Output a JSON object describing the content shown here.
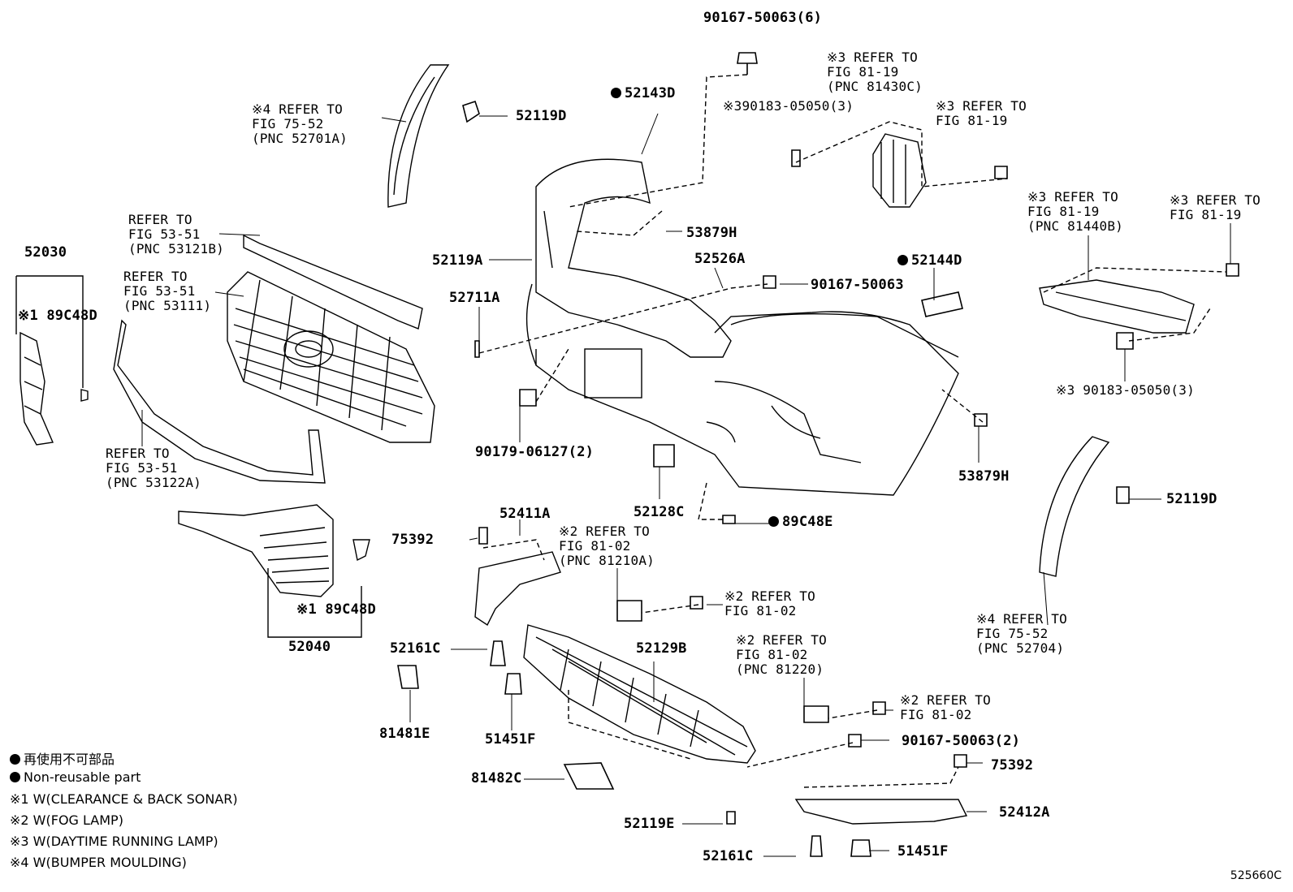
{
  "diagram_id": "525660C",
  "callouts": {
    "p90167_top": "90167-50063(6)",
    "ref_8143": "※3 REFER TO\nFIG 81-19\n(PNC 81430C)",
    "ref_top_left_moulding": "※4 REFER TO\nFIG 75-52\n(PNC 52701A)",
    "p52119D_top": "52119D",
    "p52143D": "52143D",
    "p90183_top": "※390183-05050(3)",
    "ref_81_19_a": "※3 REFER TO\nFIG 81-19",
    "ref_53121B": "REFER TO\nFIG 53-51\n(PNC 53121B)",
    "ref_53111": "REFER TO\nFIG 53-51\n(PNC 53111)",
    "p52030": "52030",
    "p89C48D_a": "※1 89C48D",
    "p52119A": "52119A",
    "p53879H_a": "53879H",
    "p52526A": "52526A",
    "p52144D": "52144D",
    "p90167_mid": "90167-50063",
    "p52711A": "52711A",
    "ref_81440B": "※3 REFER TO\nFIG 81-19\n(PNC 81440B)",
    "ref_81_19_b": "※3 REFER TO\nFIG 81-19",
    "p90183_right": "※3 90183-05050(3)",
    "ref_53122A": "REFER TO\nFIG 53-51\n(PNC 53122A)",
    "p90179": "90179-06127(2)",
    "p53879H_b": "53879H",
    "p52128C": "52128C",
    "p89C48E": "89C48E",
    "p52119D_right": "52119D",
    "p52411A": "52411A",
    "p75392_a": "75392",
    "ref_81210A": "※2 REFER TO\nFIG 81-02\n(PNC 81210A)",
    "p89C48D_b": "※1 89C48D",
    "p52040": "52040",
    "ref_81_02_a": "※2 REFER TO\nFIG 81-02",
    "ref_52704": "※4 REFER TO\nFIG 75-52\n(PNC 52704)",
    "p52161C_a": "52161C",
    "p52129B": "52129B",
    "ref_81220": "※2 REFER TO\nFIG 81-02\n(PNC 81220)",
    "p81481E": "81481E",
    "p51451F_a": "51451F",
    "ref_81_02_b": "※2 REFER TO\nFIG 81-02",
    "p90167_bot": "90167-50063(2)",
    "p75392_b": "75392",
    "p81482C": "81482C",
    "p52412A": "52412A",
    "p52119E": "52119E",
    "p52161C_b": "52161C",
    "p51451F_b": "51451F"
  },
  "legend": {
    "non_reusable_jp": "再使用不可部品",
    "non_reusable_en": "Non-reusable part",
    "note1": "※1 W(CLEARANCE & BACK SONAR)",
    "note2": "※2 W(FOG LAMP)",
    "note3": "※3 W(DAYTIME RUNNING LAMP)",
    "note4": "※4 W(BUMPER MOULDING)"
  }
}
